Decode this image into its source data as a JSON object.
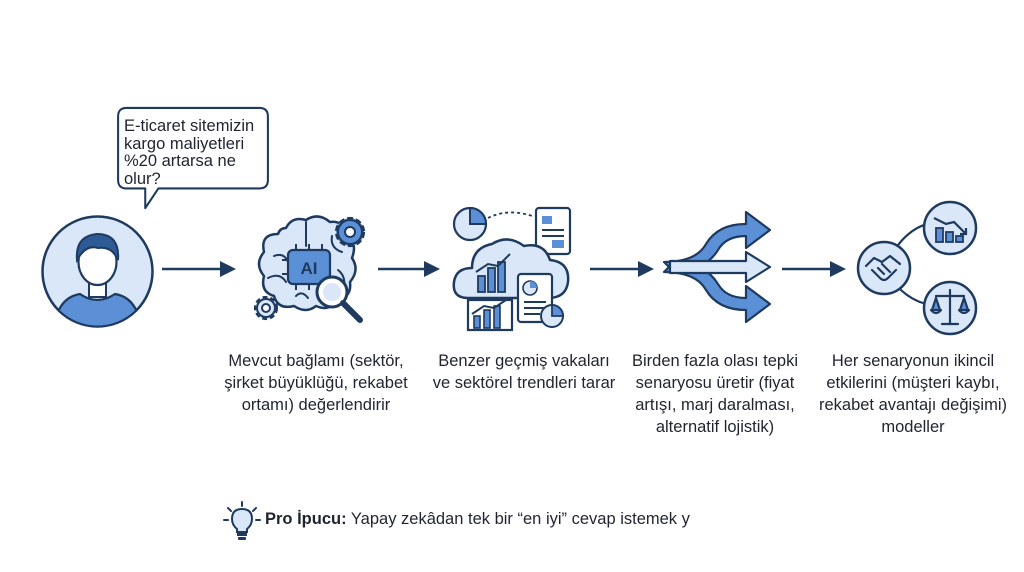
{
  "colors": {
    "accent_fill": "#d9e7f8",
    "accent_mid": "#5b8fd6",
    "stroke": "#1f3a5f",
    "text": "#1f2430"
  },
  "question_bubble": {
    "text": "E-ticaret sitemizin kargo maliyetleri %20 artarsa ne olur?"
  },
  "steps": [
    {
      "icon": "ai-brain-icon",
      "badge": "AI",
      "caption": "Mevcut bağlamı (sektör, şirket büyüklüğü, rekabet ortamı) değerlendirir"
    },
    {
      "icon": "cloud-data-icon",
      "caption": "Benzer geçmiş vakaları ve sektörel trendleri tarar"
    },
    {
      "icon": "branching-arrows-icon",
      "caption": "Birden fazla olası tepki senaryosu üretir (fiyat artışı, marj daralması, alternatif lojistik)"
    },
    {
      "icon": "network-effects-icon",
      "caption": "Her senaryonun ikincil etkilerini (müşteri kaybı, rekabet avantajı değişimi) modeller"
    }
  ],
  "tip": {
    "label": "Pro İpucu:",
    "text": " Yapay zekâdan tek bir “en iyi” cevap istemek y"
  }
}
